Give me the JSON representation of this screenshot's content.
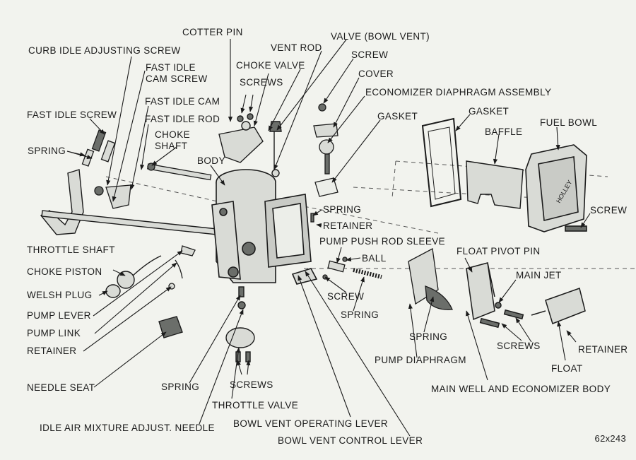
{
  "colors": {
    "paper": "#f2f3ee",
    "ink": "#1b1b1b",
    "part_fill": "#d9dbd6",
    "part_dark": "#6b6e6a"
  },
  "labels": {
    "cotter_pin": "COTTER PIN",
    "valve_bowl_vent": "VALVE (BOWL VENT)",
    "curb_idle_adjusting_screw": "CURB IDLE ADJUSTING SCREW",
    "vent_rod": "VENT ROD",
    "screw_top": "SCREW",
    "fast_idle": "FAST IDLE",
    "cam_screw": "CAM SCREW",
    "choke_valve": "CHOKE VALVE",
    "cover": "COVER",
    "screws_choke": "SCREWS",
    "economizer_diaphragm_assembly": "ECONOMIZER DIAPHRAGM ASSEMBLY",
    "fast_idle_cam": "FAST IDLE CAM",
    "fast_idle_screw": "FAST IDLE SCREW",
    "gasket_top": "GASKET",
    "gasket_right": "GASKET",
    "fast_idle_rod": "FAST IDLE ROD",
    "fuel_bowl": "FUEL BOWL",
    "choke": "CHOKE",
    "shaft": "SHAFT",
    "baffle": "BAFFLE",
    "spring_left": "SPRING",
    "body": "BODY",
    "screw_right": "SCREW",
    "spring_mid": "SPRING",
    "retainer_mid": "RETAINER",
    "pump_push_rod_sleeve": "PUMP PUSH ROD SLEEVE",
    "throttle_shaft": "THROTTLE SHAFT",
    "float_pivot_pin": "FLOAT PIVOT PIN",
    "ball": "BALL",
    "choke_piston": "CHOKE PISTON",
    "main_jet": "MAIN JET",
    "welsh_plug": "WELSH PLUG",
    "screw_lower": "SCREW",
    "pump_lever": "PUMP LEVER",
    "spring_lower": "SPRING",
    "pump_link": "PUMP LINK",
    "spring_pump": "SPRING",
    "screws_right": "SCREWS",
    "retainer_left": "RETAINER",
    "retainer_right": "RETAINER",
    "pump_diaphragm": "PUMP DIAPHRAGM",
    "float": "FLOAT",
    "needle_seat": "NEEDLE SEAT",
    "spring_bottom": "SPRING",
    "screws_bottom": "SCREWS",
    "main_well_and_economizer_body": "MAIN WELL AND ECONOMIZER BODY",
    "throttle_valve": "THROTTLE VALVE",
    "bowl_vent_operating_lever": "BOWL VENT OPERATING LEVER",
    "idle_air_mixture_adjust_needle": "IDLE AIR MIXTURE ADJUST. NEEDLE",
    "bowl_vent_control_lever": "BOWL VENT CONTROL LEVER",
    "bowl_brand": "HOLLEY"
  },
  "figure_number": "62x243"
}
